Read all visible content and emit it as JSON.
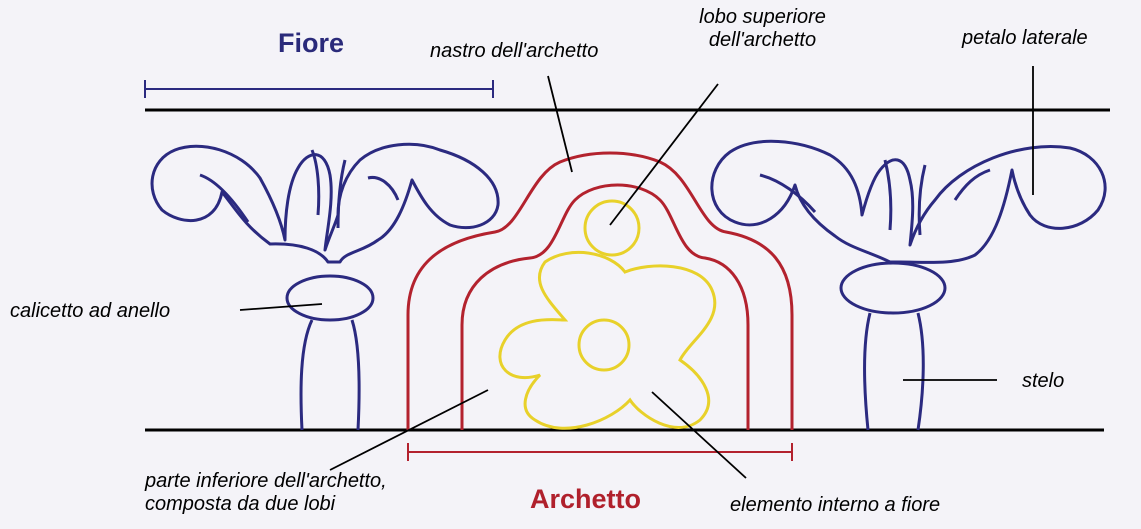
{
  "titles": {
    "fiore": "Fiore",
    "archetto": "Archetto"
  },
  "labels": {
    "nastro": "nastro dell'archetto",
    "lobo_line1": "lobo superiore",
    "lobo_line2": "dell'archetto",
    "petalo": "petalo laterale",
    "calicetto": "calicetto ad anello",
    "stelo": "stelo",
    "parte_line1": "parte inferiore dell'archetto,",
    "parte_line2": "composta da due lobi",
    "elemento": "elemento interno a fiore"
  },
  "colors": {
    "flower": "#2b2a80",
    "arch": "#b3222e",
    "inner": "#e8d12a",
    "line": "#000000",
    "background": "#f4f3f8"
  }
}
